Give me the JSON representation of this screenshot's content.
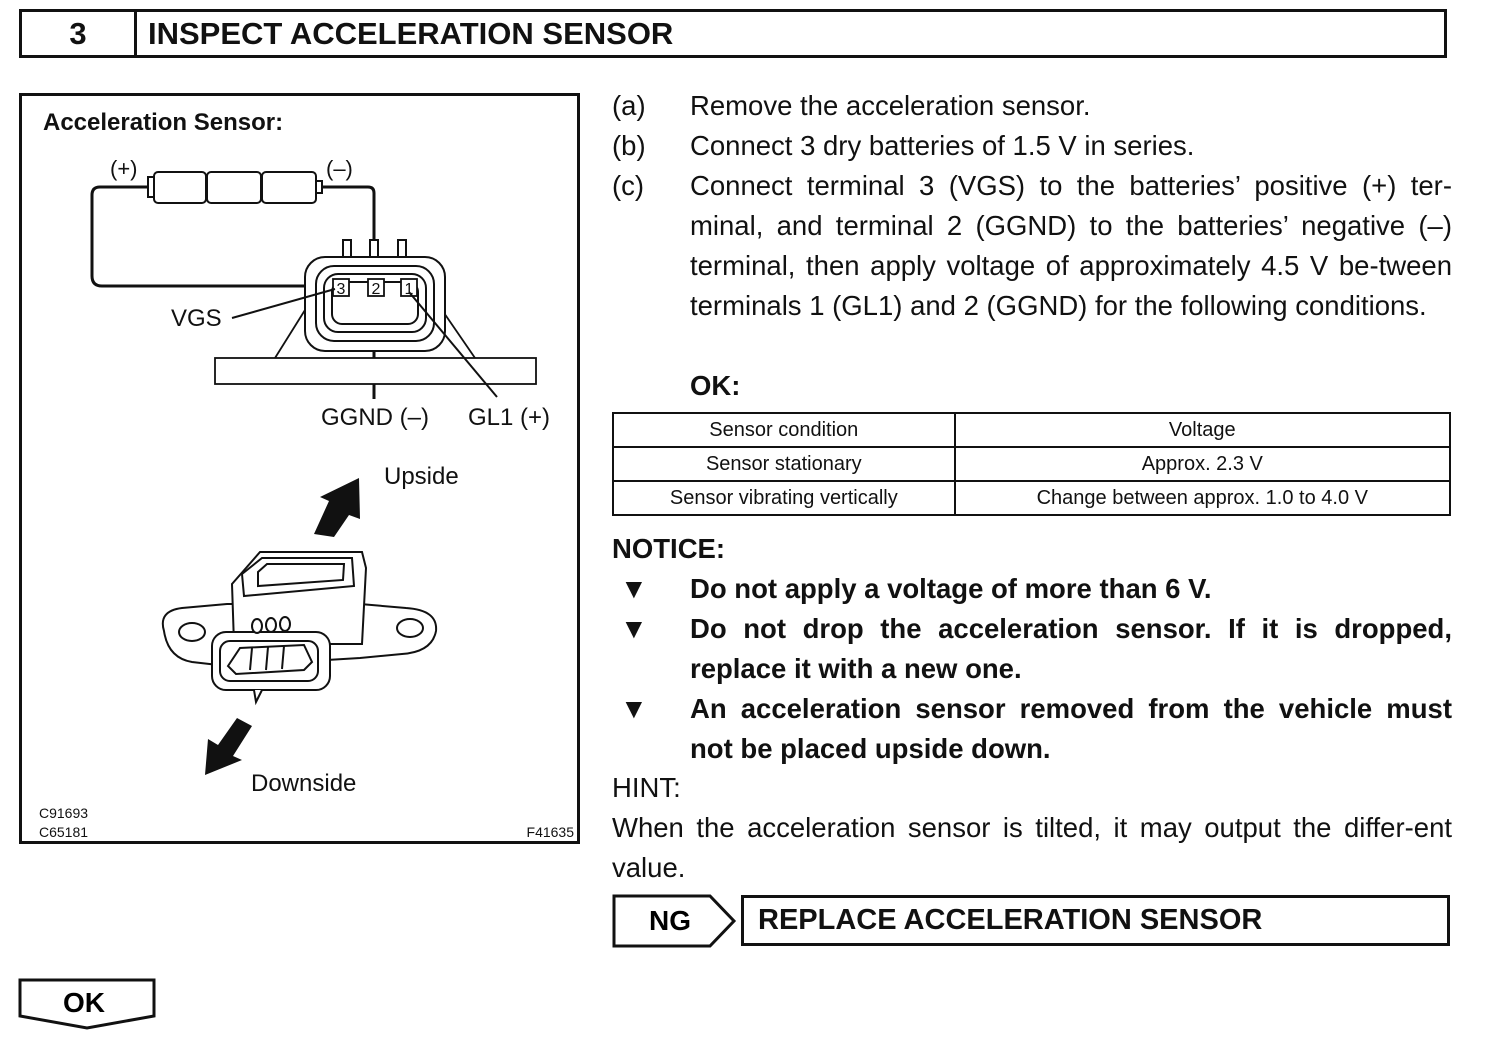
{
  "header": {
    "step_number": "3",
    "title": "INSPECT ACCELERATION SENSOR"
  },
  "figure": {
    "title": "Acceleration Sensor:",
    "plus_label": "(+)",
    "minus_label": "(–)",
    "vgs_label": "VGS",
    "ggnd_label": "GGND (–)",
    "gl1_label": "GL1 (+)",
    "terminal_3": "3",
    "terminal_2": "2",
    "terminal_1": "1",
    "upside_label": "Upside",
    "downside_label": "Downside",
    "code_1": "C91693",
    "code_2": "C65181",
    "code_3": "F41635"
  },
  "steps": [
    {
      "label": "(a)",
      "text": "Remove the acceleration sensor."
    },
    {
      "label": "(b)",
      "text": "Connect 3 dry batteries of 1.5 V in series."
    },
    {
      "label": "(c)",
      "text": "Connect terminal 3 (VGS) to the batteries’ positive (+) ter-minal, and terminal 2 (GGND) to the batteries’ negative (–) terminal, then apply voltage of approximately 4.5 V be-tween terminals 1 (GL1) and 2 (GGND) for the following conditions."
    }
  ],
  "ok_label": "OK:",
  "table": {
    "headers": [
      "Sensor condition",
      "Voltage"
    ],
    "rows": [
      [
        "Sensor stationary",
        "Approx. 2.3 V"
      ],
      [
        "Sensor vibrating vertically",
        "Change between approx. 1.0 to 4.0 V"
      ]
    ]
  },
  "notice": {
    "title": "NOTICE:",
    "bullet": "▼",
    "items": [
      "Do not apply a voltage of more than 6 V.",
      "Do not drop the acceleration sensor. If it is dropped, replace it with a new one.",
      "An acceleration sensor removed from the vehicle must not be placed upside down."
    ]
  },
  "hint": {
    "title": "HINT:",
    "text": "When the acceleration sensor is tilted, it may output the differ-ent value."
  },
  "ng": {
    "tag": "NG",
    "action": "REPLACE ACCELERATION SENSOR"
  },
  "ok_tag": "OK"
}
